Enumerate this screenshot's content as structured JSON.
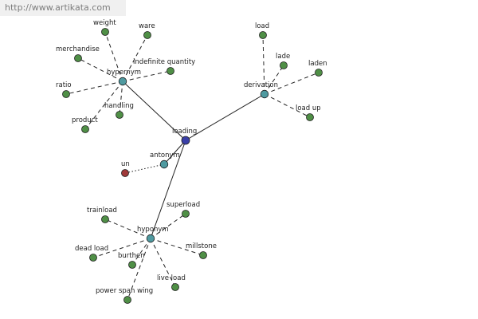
{
  "watermark": "http://www.artikata.com",
  "colors": {
    "center": "#3a3fa8",
    "relation": "#4f9aa0",
    "term": "#4f8f46",
    "antonym_term": "#a03a3a",
    "edge": "#222222"
  },
  "center": {
    "id": "loading",
    "label": "loading"
  },
  "relations": [
    {
      "id": "hypernym",
      "label": "hypernym",
      "terms": [
        {
          "id": "weight",
          "label": "weight"
        },
        {
          "id": "ware",
          "label": "ware"
        },
        {
          "id": "merchandise",
          "label": "merchandise"
        },
        {
          "id": "indefinite-quantity",
          "label": "indefinite quantity"
        },
        {
          "id": "ratio",
          "label": "ratio"
        },
        {
          "id": "handling",
          "label": "handling"
        },
        {
          "id": "product",
          "label": "product"
        }
      ]
    },
    {
      "id": "derivation",
      "label": "derivation",
      "terms": [
        {
          "id": "load",
          "label": "load"
        },
        {
          "id": "lade",
          "label": "lade"
        },
        {
          "id": "laden",
          "label": "laden"
        },
        {
          "id": "load-up",
          "label": "load up"
        }
      ]
    },
    {
      "id": "antonym",
      "label": "antonym",
      "terms": [
        {
          "id": "un",
          "label": "un"
        }
      ]
    },
    {
      "id": "hyponym",
      "label": "hyponym",
      "terms": [
        {
          "id": "trainload",
          "label": "trainload"
        },
        {
          "id": "superload",
          "label": "superload"
        },
        {
          "id": "dead-load",
          "label": "dead load"
        },
        {
          "id": "millstone",
          "label": "millstone"
        },
        {
          "id": "burthen",
          "label": "burthen"
        },
        {
          "id": "live-load",
          "label": "live load"
        },
        {
          "id": "power-span-wing",
          "label": "power span wing"
        }
      ]
    }
  ]
}
